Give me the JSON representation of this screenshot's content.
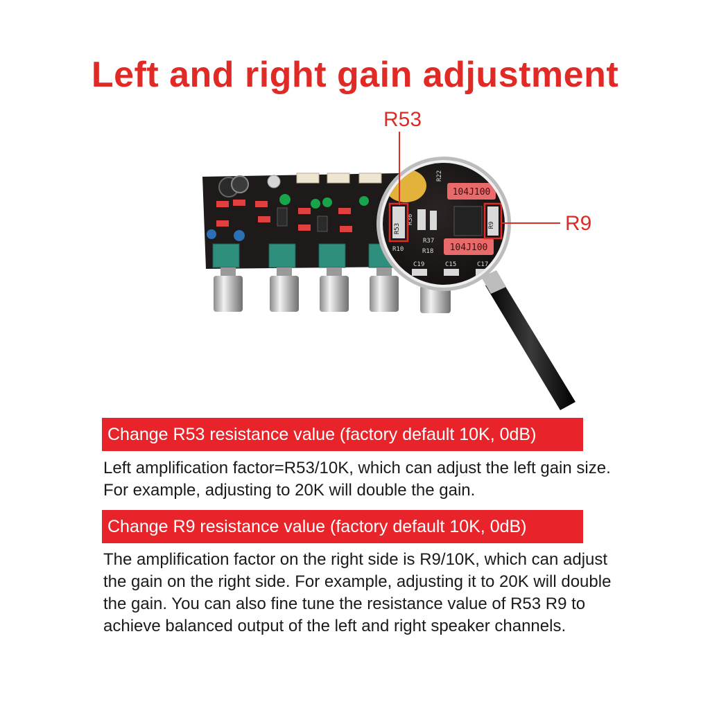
{
  "title": "Left and right gain adjustment",
  "callouts": {
    "r53": "R53",
    "r9": "R9"
  },
  "board_marks": {
    "cap_a": "104J100",
    "cap_b": "104J100",
    "r53_mark": "R53",
    "r9_mark": "R9",
    "r36": "R36",
    "r37": "R37",
    "r18": "R18",
    "r10": "R10",
    "c19": "C19",
    "c15": "C15",
    "c17": "C17",
    "r22": "R22"
  },
  "sections": [
    {
      "heading": "Change R53 resistance value (factory default 10K, 0dB)",
      "body": "Left amplification factor=R53/10K, which can adjust the left gain size. For example, adjusting to 20K will double the gain."
    },
    {
      "heading": "Change R9 resistance value (factory default 10K, 0dB)",
      "body": "The amplification factor on the right side is R9/10K, which can adjust the gain on the right side. For example, adjusting it to 20K will double the gain. You can also fine tune the resistance value of R53 R9 to achieve balanced output of the left and right speaker channels."
    }
  ],
  "colors": {
    "accent_red": "#e02a26",
    "banner_red": "#e8242a",
    "board": "#1f1a1a",
    "text": "#1a1a1a"
  }
}
